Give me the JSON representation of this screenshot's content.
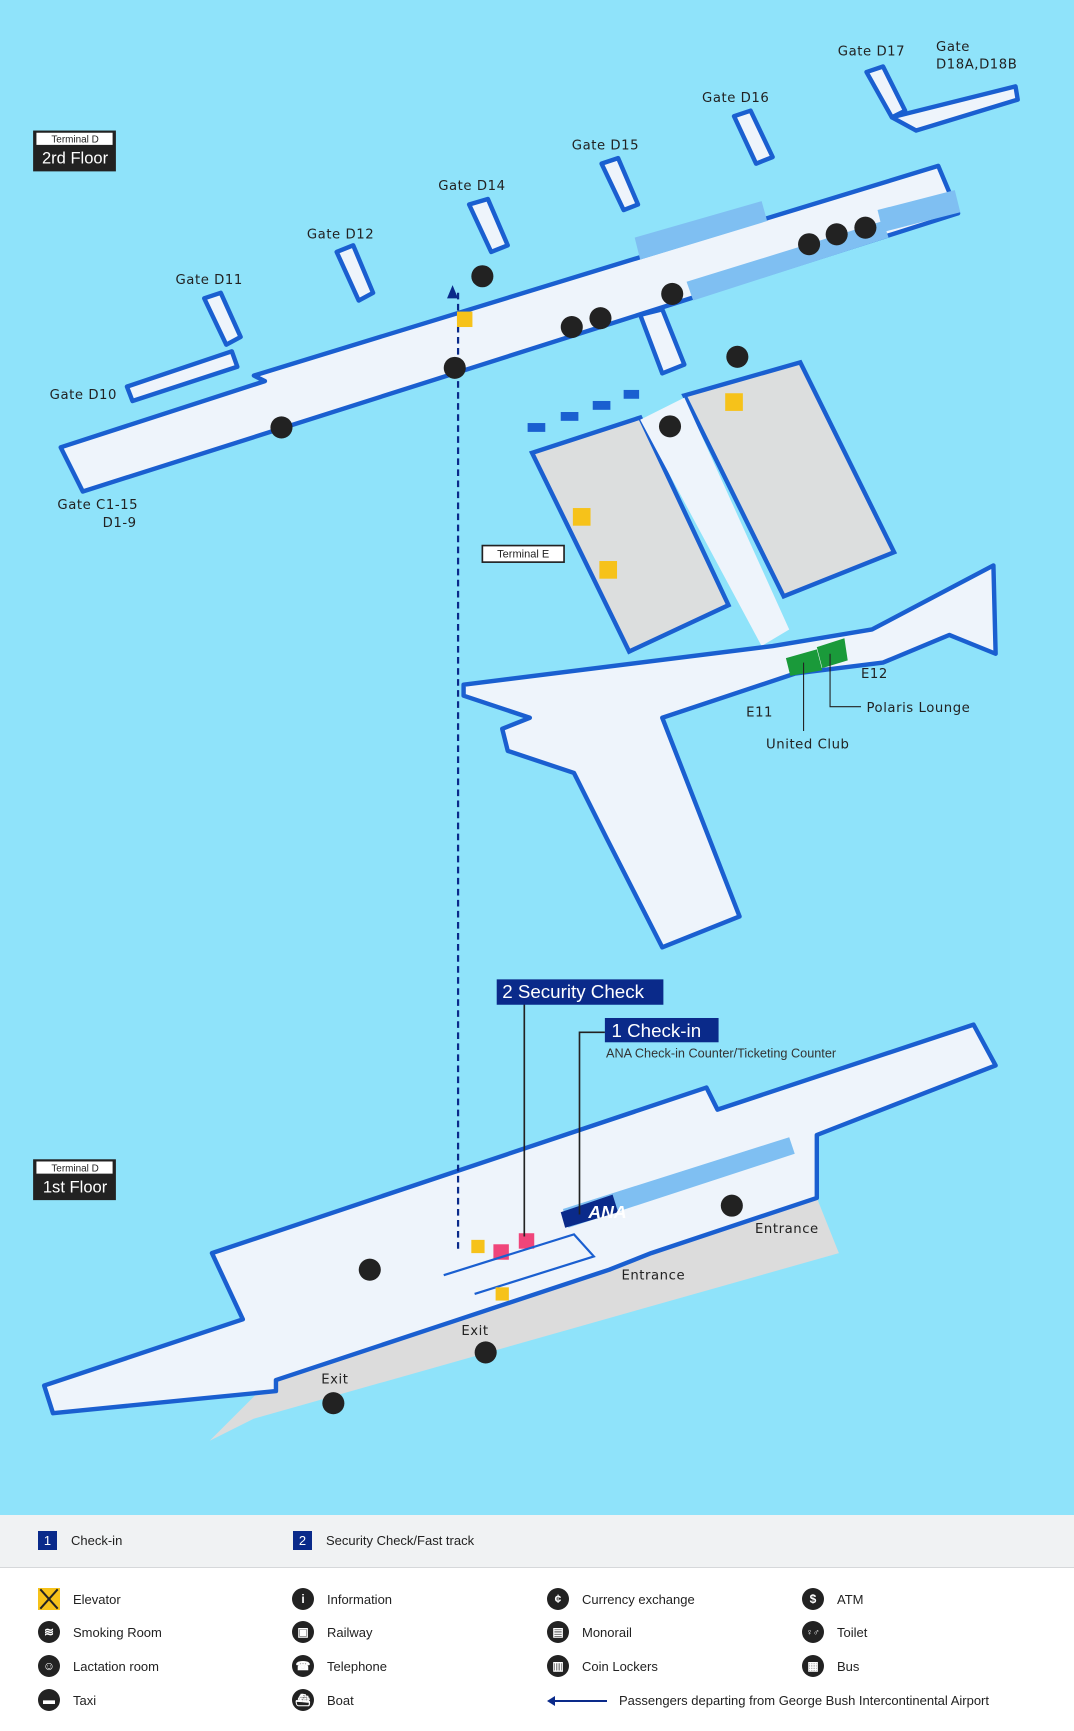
{
  "colors": {
    "water": "#8fe3fa",
    "floor": "#eef4fb",
    "wall": "#1a5fd0",
    "navy": "#0a2a8a",
    "gray": "#dcdcdc",
    "lounge": "#1a9a3a",
    "security": "#f0457a"
  },
  "upper": {
    "floor_tag": "Terminal D",
    "floor_name": "2rd Floor",
    "gates": [
      "Gate D10",
      "Gate D11",
      "Gate D12",
      "Gate D14",
      "Gate D15",
      "Gate D16",
      "Gate D17"
    ],
    "gate_d18_line1": "Gate",
    "gate_d18_line2": "D18A,D18B",
    "gate_c_line1": "Gate  C1-15",
    "gate_c_line2": "D1-9",
    "terminal_e": "Terminal E",
    "e11": "E11",
    "e12": "E12",
    "united_club": "United Club",
    "polaris": "Polaris Lounge"
  },
  "lower": {
    "floor_tag": "Terminal D",
    "floor_name": "1st Floor",
    "security": "2 Security Check",
    "checkin": "1 Check-in",
    "checkin_sub": "ANA Check-in Counter/Ticketing Counter",
    "ana_logo": "ANA",
    "entrance1": "Entrance",
    "entrance2": "Entrance",
    "exit1": "Exit",
    "exit2": "Exit"
  },
  "legend": {
    "steps": [
      {
        "num": "1",
        "label": "Check-in"
      },
      {
        "num": "2",
        "label": "Security Check/Fast track"
      }
    ],
    "icons": [
      {
        "icon": "elevator-icon",
        "glyph": "",
        "label": "Elevator"
      },
      {
        "icon": "information-icon",
        "glyph": "i",
        "label": "Information"
      },
      {
        "icon": "currency-exchange-icon",
        "glyph": "¢",
        "label": "Currency exchange"
      },
      {
        "icon": "atm-icon",
        "glyph": "$",
        "label": "ATM"
      },
      {
        "icon": "smoking-room-icon",
        "glyph": "≋",
        "label": "Smoking Room"
      },
      {
        "icon": "railway-icon",
        "glyph": "▣",
        "label": "Railway"
      },
      {
        "icon": "monorail-icon",
        "glyph": "▤",
        "label": "Monorail"
      },
      {
        "icon": "toilet-icon",
        "glyph": "♀♂",
        "label": "Toilet"
      },
      {
        "icon": "lactation-room-icon",
        "glyph": "☺",
        "label": "Lactation room"
      },
      {
        "icon": "telephone-icon",
        "glyph": "☎",
        "label": "Telephone"
      },
      {
        "icon": "coin-lockers-icon",
        "glyph": "▥",
        "label": "Coin Lockers"
      },
      {
        "icon": "bus-icon",
        "glyph": "▦",
        "label": "Bus"
      },
      {
        "icon": "taxi-icon",
        "glyph": "▬",
        "label": "Taxi"
      },
      {
        "icon": "boat-icon",
        "glyph": "⛴",
        "label": "Boat"
      }
    ],
    "departing": "Passengers departing from George Bush Intercontinental Airport"
  }
}
